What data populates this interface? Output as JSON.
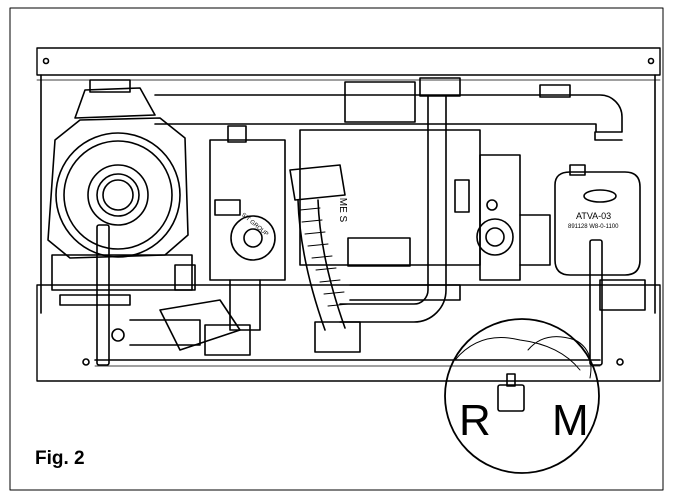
{
  "figure": {
    "label": "Fig. 2",
    "callouts": {
      "r": "R",
      "m": "M"
    },
    "valve_label": {
      "name": "ATVA-03",
      "code": "891128 W8-0-1100"
    },
    "brand_text": "SIT GROUP",
    "stamp_text": "ME S"
  },
  "colors": {
    "line": "#000000",
    "background": "#ffffff"
  }
}
